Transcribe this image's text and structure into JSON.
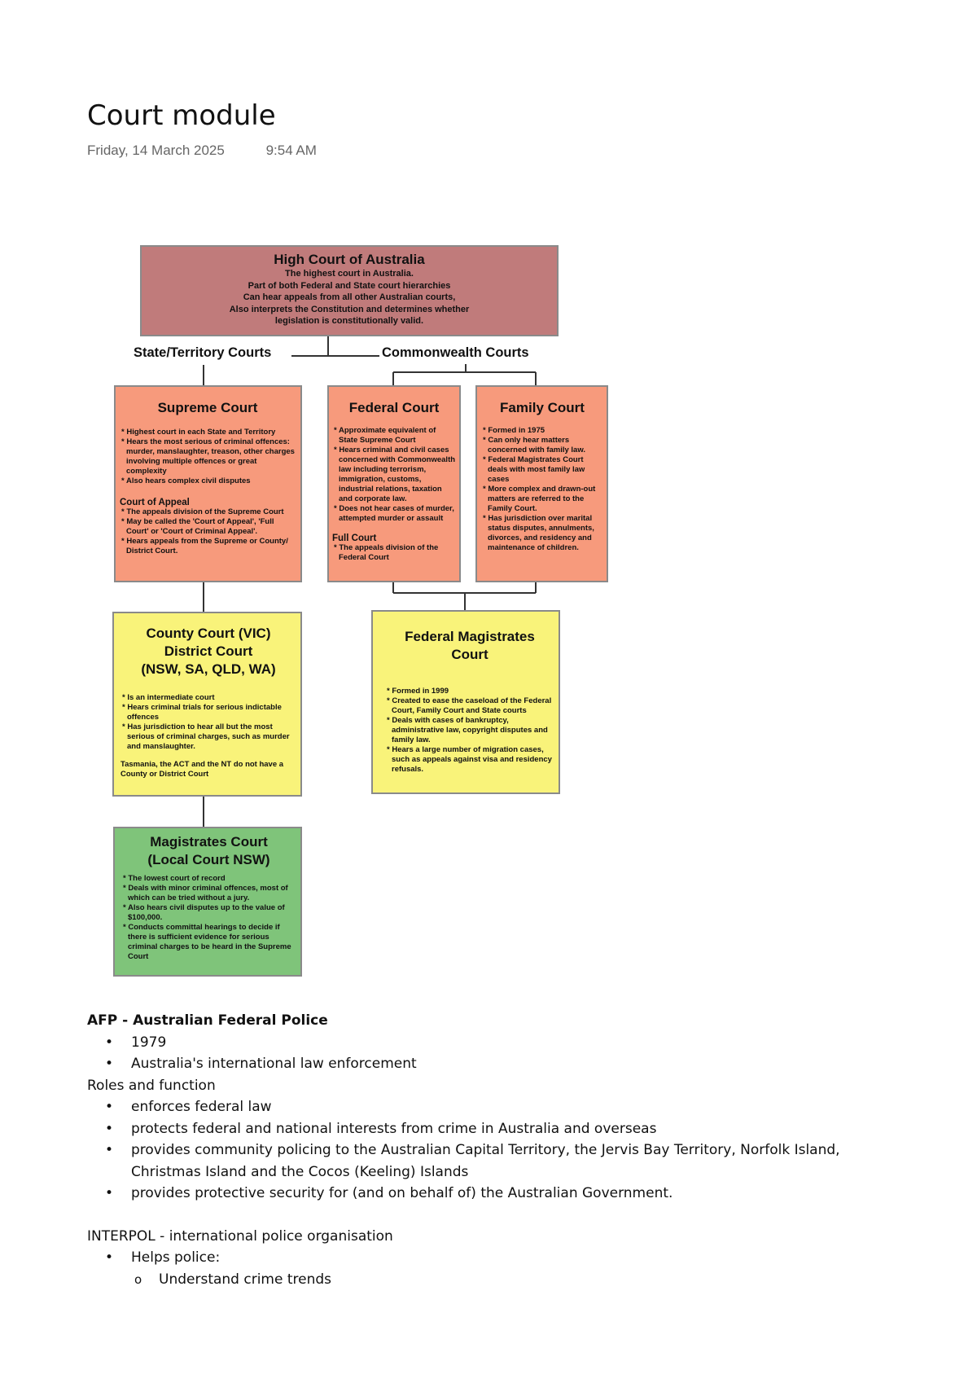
{
  "page": {
    "title": "Court module",
    "date": "Friday, 14 March 2025",
    "time": "9:54 AM"
  },
  "diagram": {
    "high_court": {
      "title": "High Court of Australia",
      "lines": [
        "The highest court in Australia.",
        "Part of both Federal and State court hierarchies",
        "Can hear appeals from all other Australian courts,",
        "Also interprets the Constitution and determines whether",
        "legislation is constitutionally valid."
      ]
    },
    "state_label": "State/Territory Courts",
    "commonwealth_label": "Commonwealth Courts",
    "supreme": {
      "title": "Supreme Court",
      "items": [
        "Highest court in each State and Territory",
        "Hears the most serious of criminal offences: murder, manslaughter, treason, other charges involving multiple offences or great complexity",
        "Also hears complex civil disputes"
      ],
      "sub_title": "Court of Appeal",
      "sub_items": [
        "The appeals division of the Supreme Court",
        "May be called the 'Court of Appeal', 'Full Court' or 'Court of Criminal Appeal'.",
        "Hears appeals from the Supreme or County/ District Court."
      ]
    },
    "federal": {
      "title": "Federal Court",
      "items": [
        "Approximate equivalent of State Supreme Court",
        "Hears criminal and civil cases concerned with Commonwealth law including terrorism, immigration, customs, industrial relations, taxation and corporate law.",
        "Does not hear cases of murder, attempted murder or assault"
      ],
      "sub_title": "Full Court",
      "sub_items": [
        "The appeals division of the Federal Court"
      ]
    },
    "family": {
      "title": "Family Court",
      "items": [
        "Formed in 1975",
        "Can only hear matters concerned with family law.",
        "Federal Magistrates Court deals with most family law cases",
        "More complex and drawn-out matters are referred to the Family Court.",
        "Has jurisdiction over marital status disputes, annulments, divorces, and residency and maintenance of children."
      ]
    },
    "county": {
      "title_1": "County Court (VIC)",
      "title_2": "District Court",
      "title_3": "(NSW, SA, QLD, WA)",
      "items": [
        "Is an intermediate court",
        "Hears criminal trials for serious indictable offences",
        "Has jurisdiction to hear all but the most serious of criminal charges, such as murder and manslaughter."
      ],
      "note": "Tasmania, the ACT and the NT do not have a County or District Court"
    },
    "fed_mag": {
      "title_1": "Federal Magistrates",
      "title_2": "Court",
      "items": [
        "Formed in 1999",
        "Created to ease the caseload of the Federal Court, Family Court and State courts",
        "Deals with cases of bankruptcy, administrative law, copyright disputes and family law.",
        "Hears a large number of migration cases, such as appeals against visa and residency refusals."
      ]
    },
    "magistrates": {
      "title_1": "Magistrates Court",
      "title_2": "(Local Court NSW)",
      "items": [
        "The lowest court of record",
        "Deals with minor criminal offences, most of which can be tried without a jury.",
        "Also hears civil disputes up to the value of $100,000.",
        "Conducts committal hearings to decide if there is sufficient evidence for serious criminal charges to be heard in the Supreme Court"
      ]
    },
    "colors": {
      "high_court": "#c07b7b",
      "red_boxes": "#f79a7c",
      "yellow_boxes": "#f9f37a",
      "green_box": "#7fc47a"
    }
  },
  "notes": {
    "afp_heading": "AFP - Australian Federal Police",
    "afp_items": [
      "1979",
      "Australia's international law enforcement"
    ],
    "roles_heading": "Roles and function",
    "roles_items": [
      "enforces federal law",
      "protects federal and national interests from crime in Australia and overseas",
      "provides community policing to the Australian Capital Territory, the Jervis Bay Territory, Norfolk Island, Christmas Island and the Cocos (Keeling) Islands",
      "provides protective security for (and on behalf of) the Australian Government."
    ],
    "interpol_heading": "INTERPOL - international police organisation",
    "interpol_items": [
      "Helps police:"
    ],
    "interpol_sub_items": [
      "Understand crime trends"
    ]
  }
}
